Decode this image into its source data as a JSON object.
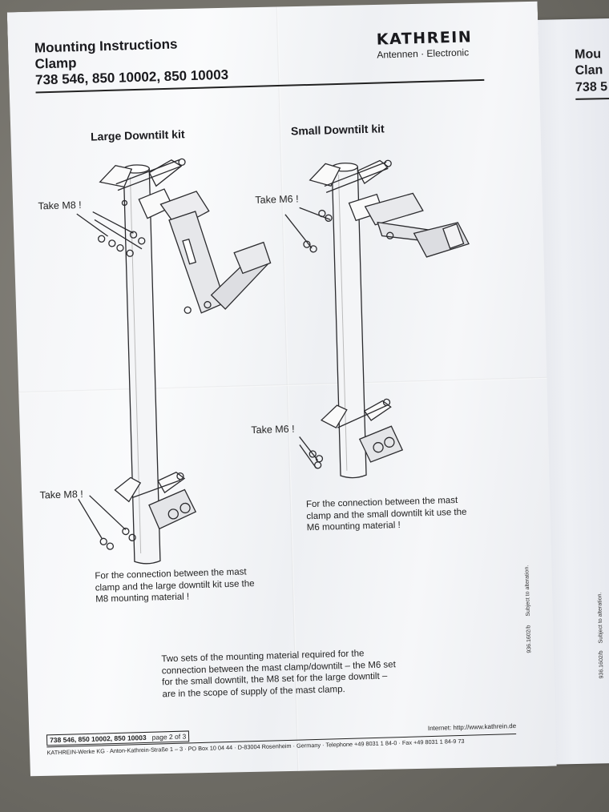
{
  "header": {
    "title_line1": "Mounting Instructions",
    "title_line2": "Clamp",
    "title_line3": "738 546, 850 10002, 850 10003",
    "brand": "KATHREIN",
    "brand_sub": "Antennen · Electronic"
  },
  "left_kit": {
    "title": "Large Downtilt kit",
    "take_top": "Take M8 !",
    "take_bottom": "Take M8 !",
    "note": "For the connection between the mast clamp and the large downtilt kit use the M8 mounting material !"
  },
  "right_kit": {
    "title": "Small Downtilt kit",
    "take_top": "Take M6 !",
    "take_bottom": "Take M6 !",
    "note": "For the connection between the mast clamp and the small downtilt kit use the M6 mounting material !"
  },
  "scope_note": "Two sets of the mounting material required for the connection between the mast clamp/downtilt – the M6 set for the small downtilt, the M8 set for the large downtilt – are in the scope of supply of the mast clamp.",
  "side_code": "936.1602/b",
  "side_alteration": "Subject to alteration.",
  "footer": {
    "doc_ref": "738 546, 850 10002, 850 10003",
    "page": "page 2 of 3",
    "internet": "Internet: http://www.kathrein.de",
    "address": "KATHREIN-Werke KG · Anton-Kathrein-Straße 1 – 3 · PO Box 10 04 44 · D-83004 Rosenheim · Germany · Telephone +49 8031 1 84-0 · Fax +49 8031 1 84-9 73"
  },
  "next_page_fragment": {
    "line1": "Mou",
    "line2": "Clan",
    "line3": "738 5"
  }
}
